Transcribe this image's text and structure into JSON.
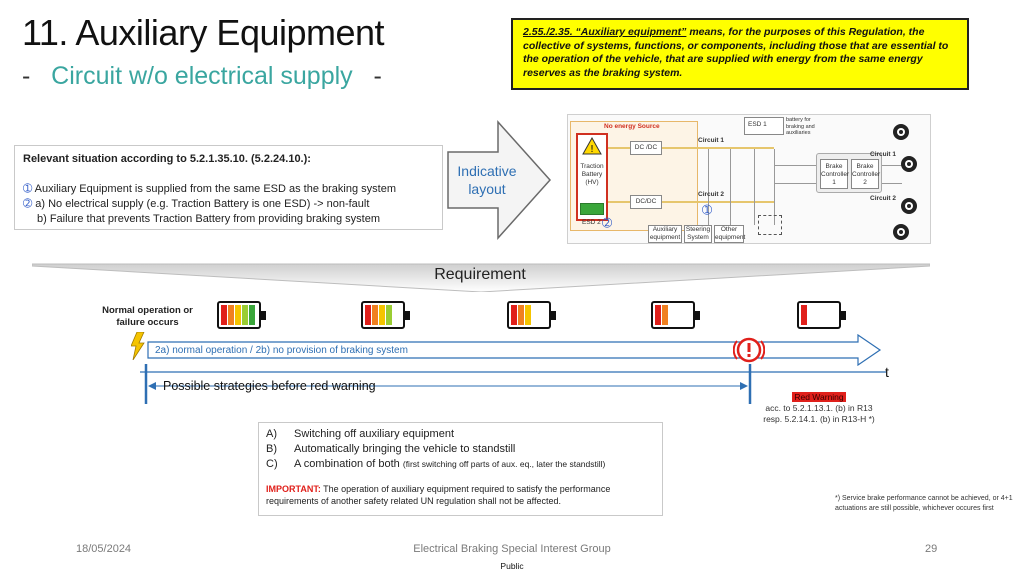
{
  "slide": {
    "title": "11. Auxiliary Equipment",
    "subtitle": {
      "dash_left": "-",
      "text": "Circuit w/o electrical supply",
      "dash_right": "-"
    }
  },
  "definition": {
    "ref": "2.55./2.35. “Auxiliary equipment”",
    "text": " means, for the purposes of this Regulation, the collective of systems, functions, or components, including those that are essential to the operation of the vehicle, that are supplied with energy from the same energy reserves as the braking system."
  },
  "situation": {
    "heading": "Relevant situation according to 5.2.1.35.10. (5.2.24.10.):",
    "line1_num": "➀",
    "line1": " Auxiliary Equipment is supplied from the same ESD as the braking system",
    "line2_num": "➁",
    "line2": " a) No electrical supply (e.g. Traction Battery is one ESD) -> non-fault",
    "line3": "b) Failure that prevents Traction Battery from providing braking system"
  },
  "indicative": {
    "line1": "Indicative",
    "line2": "layout"
  },
  "circuit": {
    "no_energy_source": "No energy Source",
    "traction_battery": "Traction Battery (HV)",
    "esd1": "ESD 1",
    "esd1_note": "battery for braking and auxiliaries",
    "esd2": "ESD 2",
    "dcdc_top": "DC /DC",
    "dcdc_bottom": "DC/DC",
    "circuit1": "Circuit 1",
    "circuit1_right": "Circuit 1",
    "circuit2": "Circuit 2",
    "circuit2_right": "Circuit 2",
    "brake_controller_1": "Brake Controller 1",
    "brake_controller_2": "Brake Controller 2",
    "aux_equipment": "Auxiliary equipment",
    "steering": "Steering System",
    "other_equipment": "Other equipment",
    "marker1": "➀",
    "marker2": "➁"
  },
  "requirement": {
    "label": "Requirement"
  },
  "timeline": {
    "normal_operation": "Normal operation or failure occurs",
    "bar_label": "2a) normal operation  /  2b) no provision of braking system",
    "t_label": "t",
    "strategy_label": "Possible strategies before red warning",
    "batteries": [
      {
        "level": 1.0
      },
      {
        "level": 0.8
      },
      {
        "level": 0.6
      },
      {
        "level": 0.4
      },
      {
        "level": 0.2
      }
    ]
  },
  "red_warning": {
    "title": "Red Warning",
    "line1": "acc. to 5.2.1.13.1. (b) in R13",
    "line2": "resp. 5.2.14.1. (b) in R13-H *)"
  },
  "options": {
    "a_key": "A)",
    "a_text": "Switching off auxiliary equipment",
    "b_key": "B)",
    "b_text": "Automatically bringing the vehicle to standstill",
    "c_key": "C)",
    "c_text": "A combination of both ",
    "c_small": "(first switching off parts of aux. eq., later the standstill)",
    "important_label": "IMPORTANT:",
    "important_text": " The operation of auxiliary equipment required to satisfy the performance requirements of another safety related UN regulation shall not be affected."
  },
  "footnote": "*) Service brake performance cannot be achieved, or 4+1 actuations are still possible, whichever occures first",
  "footer": {
    "date": "18/05/2024",
    "group": "Electrical Braking Special Interest Group",
    "page": "29",
    "classification": "Public"
  },
  "colors": {
    "accent_teal": "#3aa6a0",
    "definition_bg": "#ffff00",
    "timeline_blue": "#2e6fb3",
    "warning_red": "#e0201b"
  }
}
